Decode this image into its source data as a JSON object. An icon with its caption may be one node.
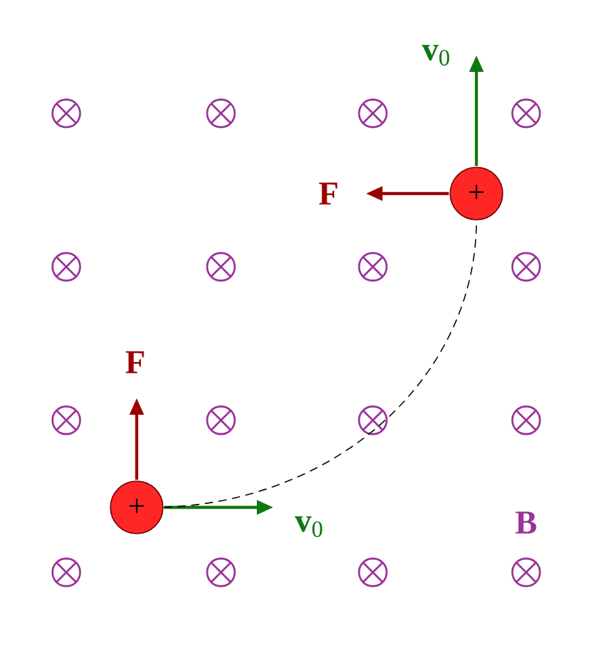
{
  "diagram": {
    "nodes": [
      {
        "text": [
          "+"
        ]
      },
      {
        "text": [
          "+"
        ]
      }
    ],
    "edges": [
      {
        "from": 0,
        "to": 1,
        "arrow": "none",
        "style": "dashed"
      }
    ],
    "labels": [
      "**v**$_{0}$",
      "F",
      "F",
      "**v**$_{0}$",
      "B"
    ]
  }
}
